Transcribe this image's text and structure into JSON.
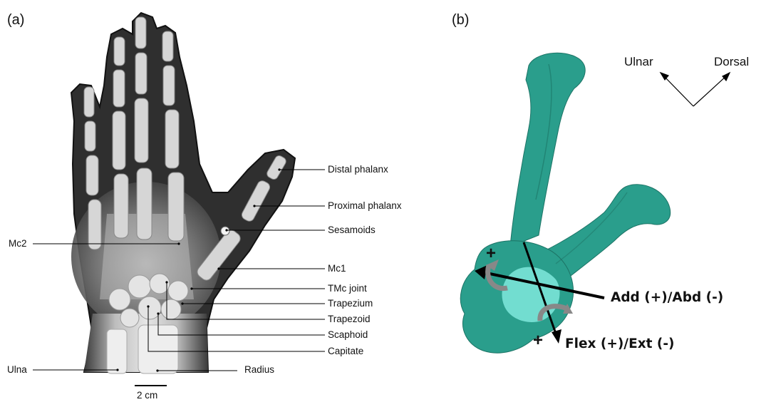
{
  "panels": {
    "a": "(a)",
    "b": "(b)"
  },
  "xray_labels": {
    "distal_phalanx": "Distal phalanx",
    "proximal_phalanx": "Proximal phalanx",
    "sesamoids": "Sesamoids",
    "mc2": "Mc2",
    "mc1": "Mc1",
    "tmc_joint": "TMc joint",
    "trapezium": "Trapezium",
    "trapezoid": "Trapezoid",
    "scaphoid": "Scaphoid",
    "capitate": "Capitate",
    "ulna": "Ulna",
    "radius": "Radius"
  },
  "scale_bar": "2 cm",
  "directions": {
    "ulnar": "Ulnar",
    "dorsal": "Dorsal"
  },
  "axes": {
    "add_abd": "Add (+)/Abd (-)",
    "flex_ext": "Flex (+)/Ext (-)"
  },
  "signs": {
    "plus_top": "+",
    "plus_bottom": "+"
  },
  "colors": {
    "bone_model": "#2a9e8c",
    "bone_highlight": "#7fe8dc",
    "xray_background": "#2e2e2e"
  }
}
